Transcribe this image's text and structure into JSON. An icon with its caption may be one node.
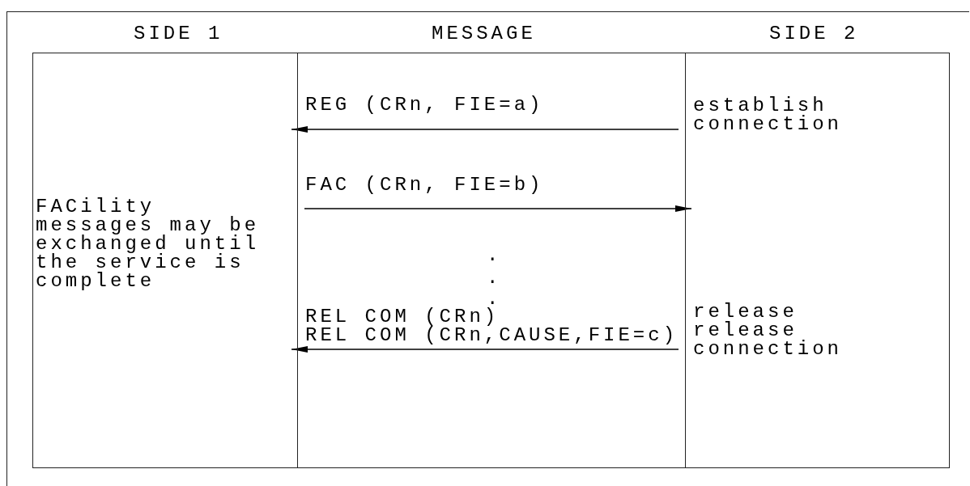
{
  "diagram": {
    "nodes": [
      {
        "text": [
          "FACility messages may be exchanged until the service is complete"
        ]
      },
      {
        "text": [
          "establish connection",
          "release",
          "release connection"
        ]
      }
    ],
    "edges": [
      {
        "from": 1,
        "to": 0,
        "arrow": "to",
        "label": "REG (CRn, FIE=a)"
      },
      {
        "from": 0,
        "to": 1,
        "arrow": "to",
        "label": "FAC (CRn, FIE=b)"
      },
      {
        "from": 1,
        "to": 0,
        "arrow": "to",
        "label": "REL COM (CRn,CAUSE,FIE=c)"
      }
    ],
    "labels": [
      "SIDE 1",
      "MESSAGE",
      "SIDE 2",
      ".",
      ".",
      ".",
      "REL COM (CRn)"
    ]
  }
}
